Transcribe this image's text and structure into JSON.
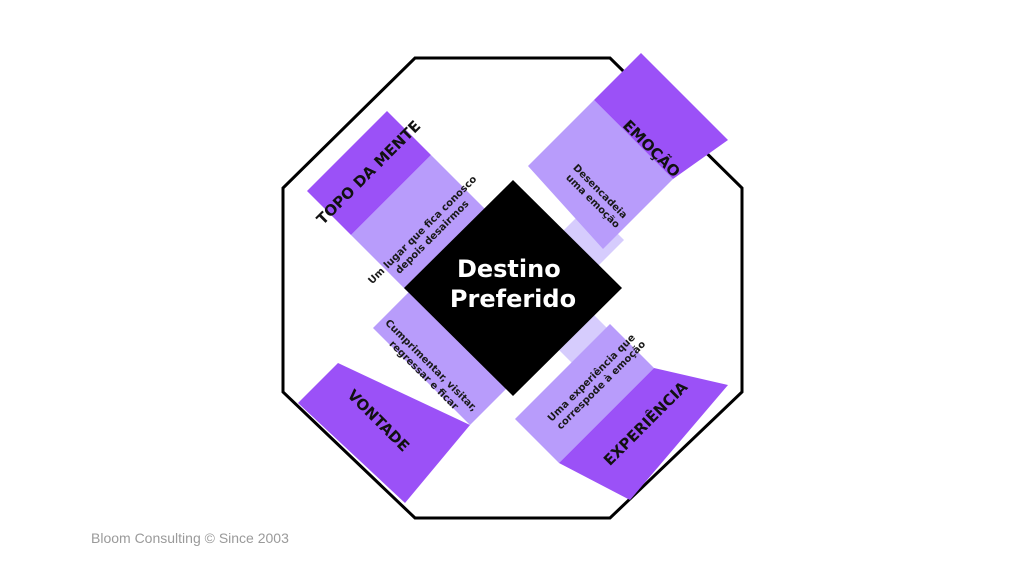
{
  "center": {
    "line1": "Destino",
    "line2": "Preferido"
  },
  "arms": [
    {
      "id": "nw",
      "title": "TOPO DA MENTE",
      "desc_lines": [
        "Um lugar que fica conosco",
        "depois desairmos"
      ]
    },
    {
      "id": "ne",
      "title": "EMOÇÃO",
      "desc_lines": [
        "Desencadeia",
        "uma emoção"
      ]
    },
    {
      "id": "sw",
      "title": "VONTADE",
      "desc_lines": [
        "Cumprimentar, visitar,",
        "regressar e ficar"
      ]
    },
    {
      "id": "se",
      "title": "EXPERIÊNCIA",
      "desc_lines": [
        "Uma experiência que",
        "correspode à emoção"
      ]
    }
  ],
  "footer": "Bloom Consulting © Since 2003",
  "colors": {
    "dark_purple": "#9b51f7",
    "mid_purple": "#b89cfb",
    "light_purple": "#d6ccfd",
    "center": "#000000",
    "outline": "#000000"
  }
}
